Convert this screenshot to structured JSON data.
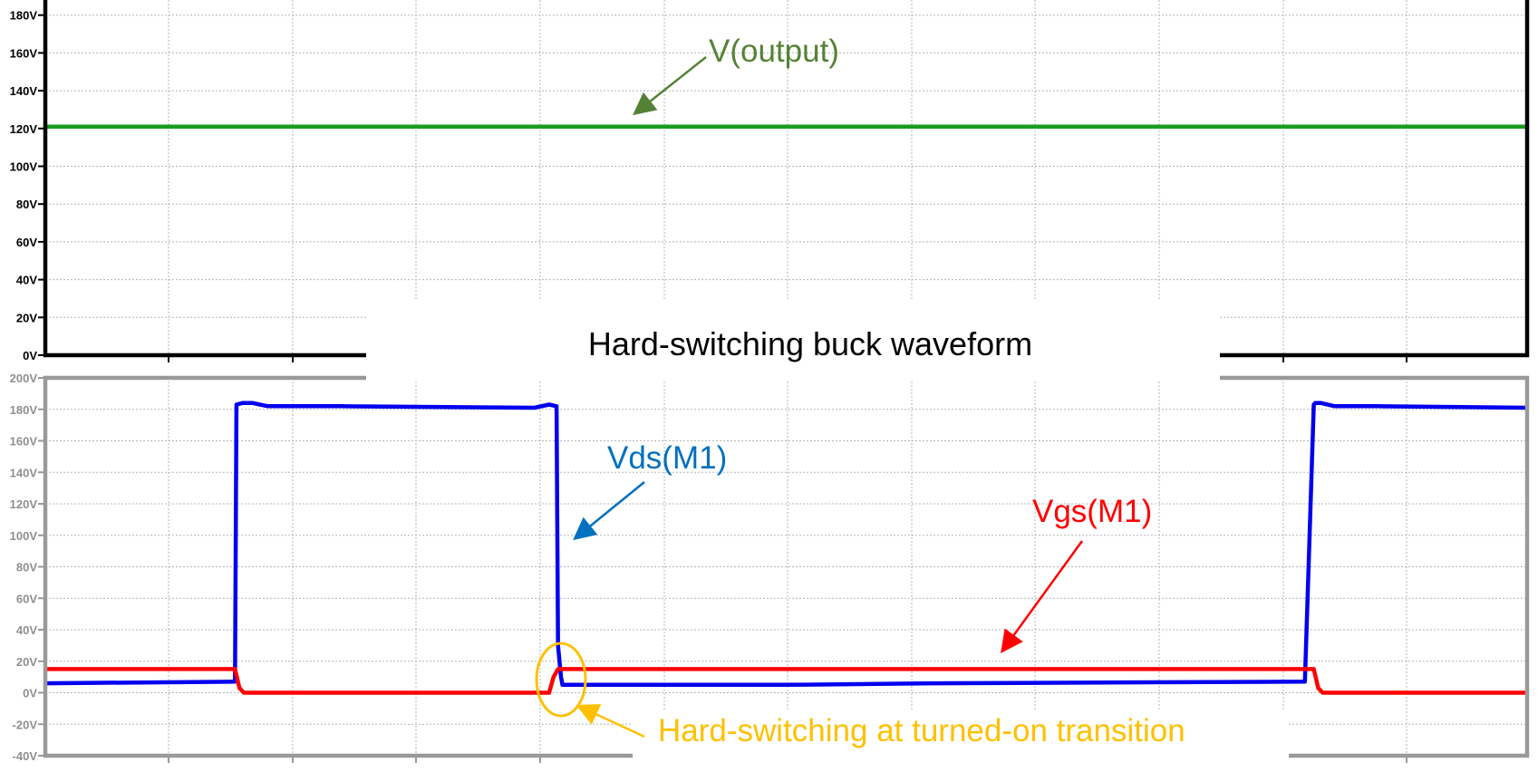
{
  "chart_data": [
    {
      "type": "line",
      "panel": "top",
      "ylim": [
        0,
        200
      ],
      "y_ticks": [
        "0V",
        "20V",
        "40V",
        "60V",
        "80V",
        "100V",
        "120V",
        "140V",
        "160V",
        "180V"
      ],
      "grid": true,
      "series": [
        {
          "name": "V(output)",
          "color": "#1c9c1c",
          "x": [
            0,
            1
          ],
          "y": [
            121,
            121
          ]
        }
      ],
      "annotations": [
        {
          "text": "V(output)",
          "color": "#548235"
        }
      ]
    },
    {
      "type": "line",
      "panel": "bottom",
      "ylim": [
        -40,
        200
      ],
      "y_ticks": [
        "-40V",
        "-20V",
        "0V",
        "20V",
        "40V",
        "60V",
        "80V",
        "100V",
        "120V",
        "140V",
        "160V",
        "180V",
        "200V"
      ],
      "grid": true,
      "series": [
        {
          "name": "Vds(M1)",
          "color": "#0000ee",
          "x": [
            0,
            0.128,
            0.129,
            0.133,
            0.14,
            0.15,
            0.2,
            0.33,
            0.34,
            0.345,
            0.346,
            0.348,
            0.349,
            0.38,
            0.5,
            0.6,
            0.85,
            0.856,
            0.857,
            0.861,
            0.87,
            0.9,
            1.0
          ],
          "y": [
            6,
            7,
            183,
            184,
            184,
            182,
            182,
            181,
            183,
            182,
            30,
            10,
            5,
            5,
            5,
            6,
            7,
            183,
            184,
            184,
            182,
            182,
            181
          ]
        },
        {
          "name": "Vgs(M1)",
          "color": "#ff0000",
          "x": [
            0,
            0.128,
            0.131,
            0.134,
            0.34,
            0.343,
            0.346,
            0.856,
            0.859,
            0.862,
            1.0
          ],
          "y": [
            15,
            15,
            3,
            0,
            0,
            10,
            15,
            15,
            3,
            0,
            0
          ]
        }
      ],
      "annotations": [
        {
          "text": "Vds(M1)",
          "color": "#0070c0"
        },
        {
          "text": "Vgs(M1)",
          "color": "#ff0000"
        },
        {
          "text": "Hard-switching at turned-on transition",
          "color": "#ffc000"
        }
      ]
    }
  ],
  "figure_title": "Hard-switching buck waveform"
}
